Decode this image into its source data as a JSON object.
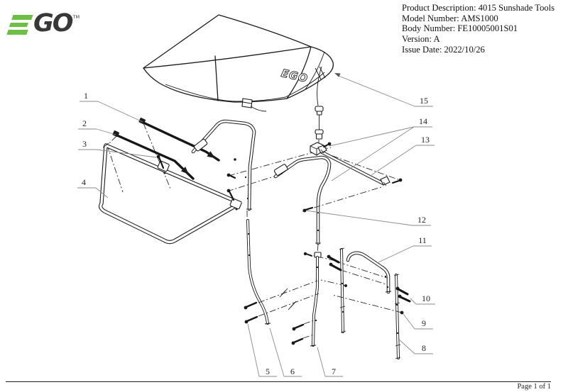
{
  "brand": {
    "name": "EGO",
    "go_letters": "GO",
    "trademark": "TM",
    "green": "#6cbe45",
    "dark": "#38383a"
  },
  "header": {
    "separator": ": ",
    "fields": [
      {
        "label": "Product Description",
        "value": "4015 Sunshade Tools"
      },
      {
        "label": "Model Number",
        "value": "AMS1000"
      },
      {
        "label": "Body Number",
        "value": "FE10005001S01"
      },
      {
        "label": "Version",
        "value": "A"
      },
      {
        "label": "Issue Date",
        "value": "2022/10/26"
      }
    ]
  },
  "diagram": {
    "canopy_logo": "EGO",
    "callouts": [
      {
        "label": "1"
      },
      {
        "label": "2"
      },
      {
        "label": "3"
      },
      {
        "label": "4"
      },
      {
        "label": "5"
      },
      {
        "label": "6"
      },
      {
        "label": "7"
      },
      {
        "label": "8"
      },
      {
        "label": "9"
      },
      {
        "label": "10"
      },
      {
        "label": "11"
      },
      {
        "label": "12"
      },
      {
        "label": "13"
      },
      {
        "label": "14"
      },
      {
        "label": "15"
      }
    ]
  },
  "footer": {
    "page_label": "Page 1 of 1"
  }
}
